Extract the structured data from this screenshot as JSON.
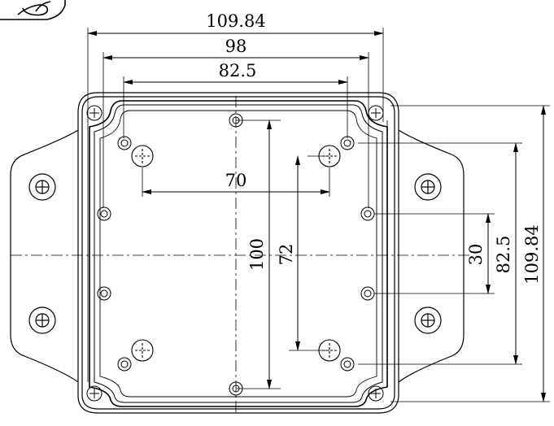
{
  "diagram": {
    "top_dimensions": [
      "109.84",
      "98",
      "82.5"
    ],
    "inner_dimensions": [
      "70",
      "100",
      "72"
    ],
    "right_dimensions": [
      "30",
      "82.5",
      "109.84"
    ],
    "colors": {
      "ink": "#000000",
      "paper": "#ffffff"
    }
  }
}
